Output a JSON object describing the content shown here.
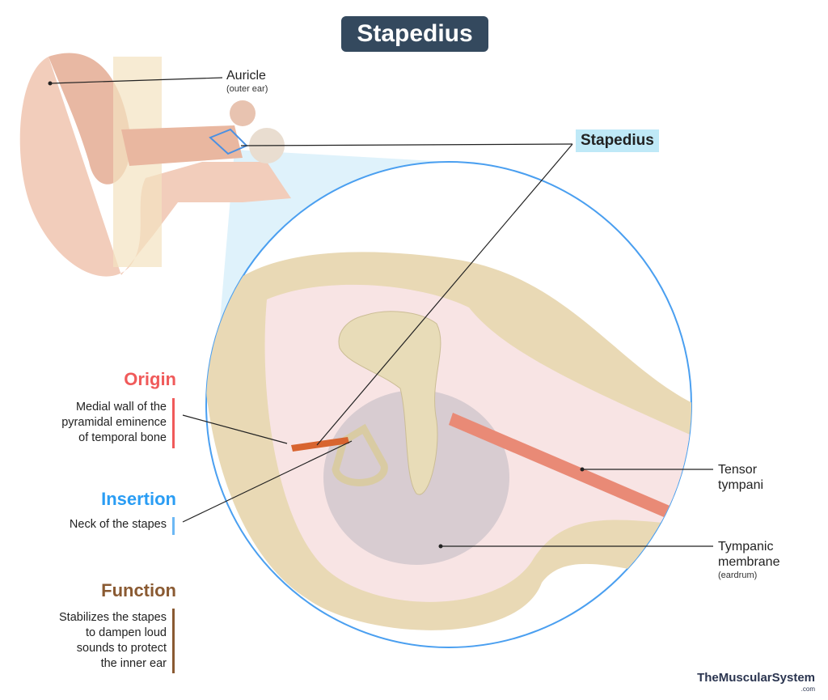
{
  "title": "Stapedius",
  "labels": {
    "auricle": "Auricle",
    "auricle_sub": "(outer ear)",
    "stapedius": "Stapedius",
    "tensor_1": "Tensor",
    "tensor_2": "tympani",
    "tympanic_1": "Tympanic",
    "tympanic_2": "membrane",
    "tympanic_sub": "(eardrum)"
  },
  "info": {
    "origin": {
      "heading": "Origin",
      "lines": [
        "Medial wall of the",
        "pyramidal eminence",
        "of temporal bone"
      ],
      "color": "#f05a5a"
    },
    "insertion": {
      "heading": "Insertion",
      "lines": [
        "Neck of the stapes"
      ],
      "color": "#2a9df4"
    },
    "function": {
      "heading": "Function",
      "lines": [
        "Stabilizes the stapes",
        "to dampen loud",
        "sounds to protect",
        "the inner ear"
      ],
      "color": "#8a5a32"
    }
  },
  "watermark": {
    "name": "TheMuscularSystem",
    "suffix": ".com"
  }
}
